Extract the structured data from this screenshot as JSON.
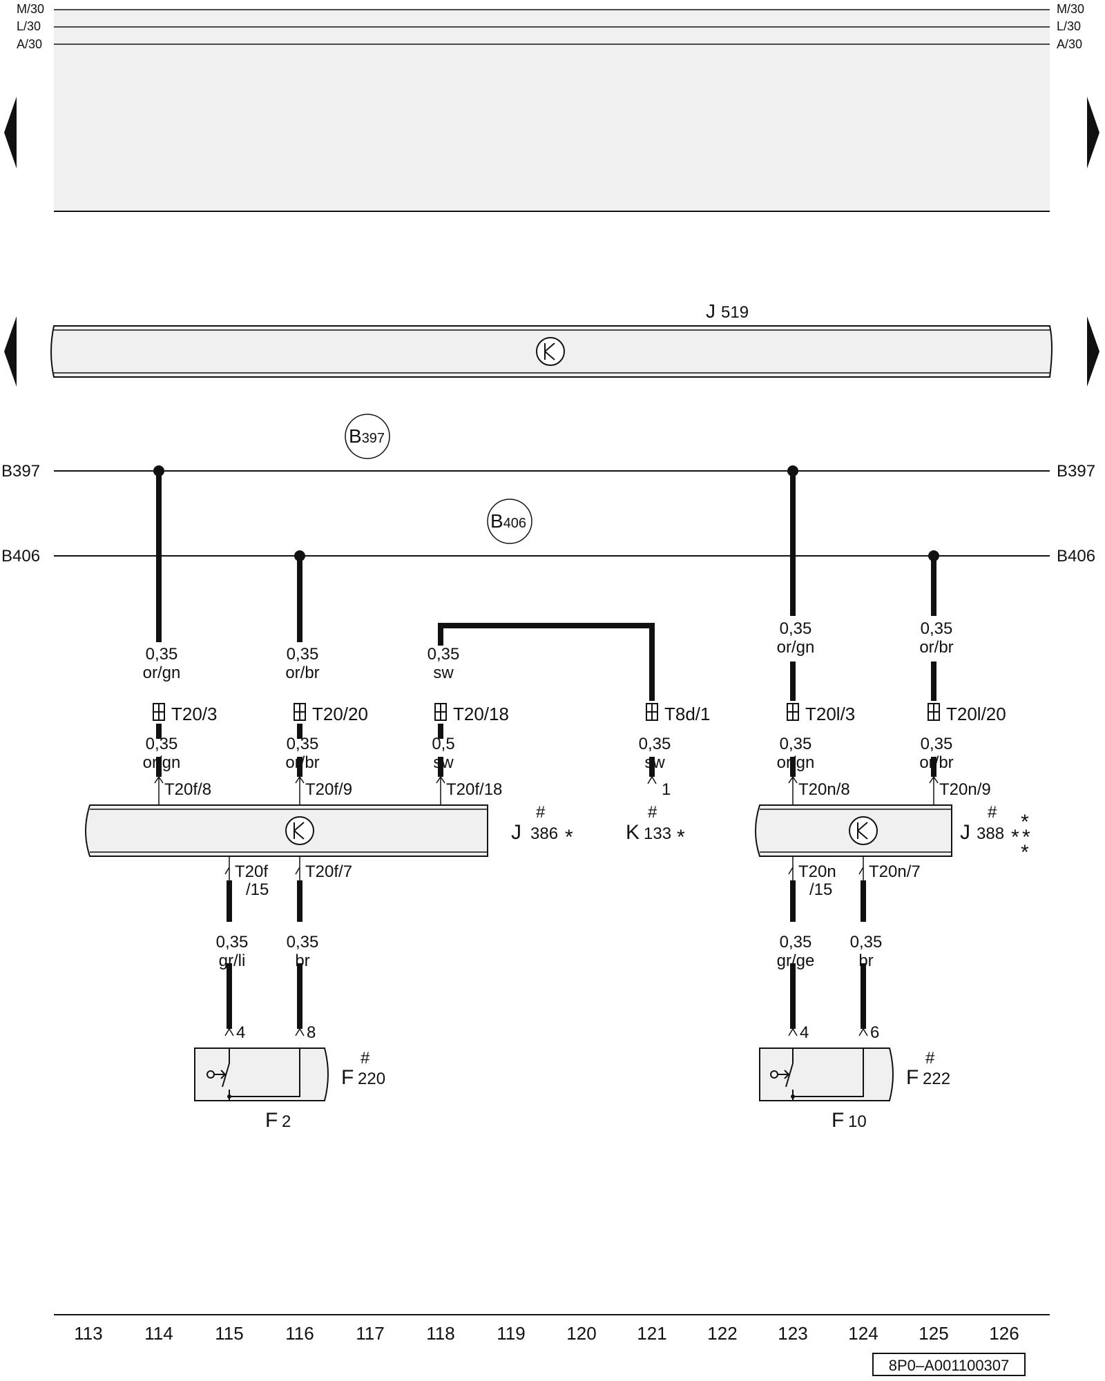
{
  "rails": {
    "top": [
      "M/30",
      "L/30",
      "A/30"
    ],
    "bus1": "B397",
    "bus2": "B406"
  },
  "bus_markers": {
    "b397": {
      "letter": "B",
      "num": "397"
    },
    "b406": {
      "letter": "B",
      "num": "406"
    }
  },
  "components": {
    "j519": {
      "letter": "J",
      "num": "519"
    },
    "j386": {
      "letter": "J",
      "num": "386",
      "hash": "#",
      "star": "*"
    },
    "k133": {
      "letter": "K",
      "num": "133",
      "hash": "#",
      "star": "*"
    },
    "j388": {
      "letter": "J",
      "num": "388",
      "hash": "#",
      "star": "*"
    },
    "f220": {
      "letter": "F",
      "num": "220",
      "hash": "#"
    },
    "f222": {
      "letter": "F",
      "num": "222",
      "hash": "#"
    },
    "f2": {
      "letter": "F",
      "num": "2"
    },
    "f10": {
      "letter": "F",
      "num": "10"
    }
  },
  "wires": {
    "w114a": {
      "size": "0,35",
      "color": "or/gn"
    },
    "w114b": {
      "size": "0,35",
      "color": "or/gn"
    },
    "w116a": {
      "size": "0,35",
      "color": "or/br"
    },
    "w116b": {
      "size": "0,35",
      "color": "or/br"
    },
    "w118a": {
      "size": "0,35",
      "color": "sw"
    },
    "w118b": {
      "size": "0,5",
      "color": "sw"
    },
    "w121": {
      "size": "0,35",
      "color": "sw"
    },
    "w123a": {
      "size": "0,35",
      "color": "or/gn"
    },
    "w123b": {
      "size": "0,35",
      "color": "or/gn"
    },
    "w125a": {
      "size": "0,35",
      "color": "or/br"
    },
    "w125b": {
      "size": "0,35",
      "color": "or/br"
    },
    "w115": {
      "size": "0,35",
      "color": "gr/li"
    },
    "w116c": {
      "size": "0,35",
      "color": "br"
    },
    "w123c": {
      "size": "0,35",
      "color": "gr/ge"
    },
    "w124": {
      "size": "0,35",
      "color": "br"
    }
  },
  "connectors": {
    "c114": "T20/3",
    "c116": "T20/20",
    "c118": "T20/18",
    "c121": "T8d/1",
    "c123": "T20l/3",
    "c125": "T20l/20",
    "p114": "T20f/8",
    "p116": "T20f/9",
    "p118": "T20f/18",
    "p121": "1",
    "p123": "T20n/8",
    "p125": "T20n/9",
    "q115a": "T20f",
    "q115b": "/15",
    "q116": "T20f/7",
    "q123a": "T20n",
    "q123b": "/15",
    "q124": "T20n/7",
    "r115": "4",
    "r116": "8",
    "r123": "4",
    "r124": "6"
  },
  "grid": [
    "113",
    "114",
    "115",
    "116",
    "117",
    "118",
    "119",
    "120",
    "121",
    "122",
    "123",
    "124",
    "125",
    "126"
  ],
  "drawing_id": "8P0–A001100307"
}
